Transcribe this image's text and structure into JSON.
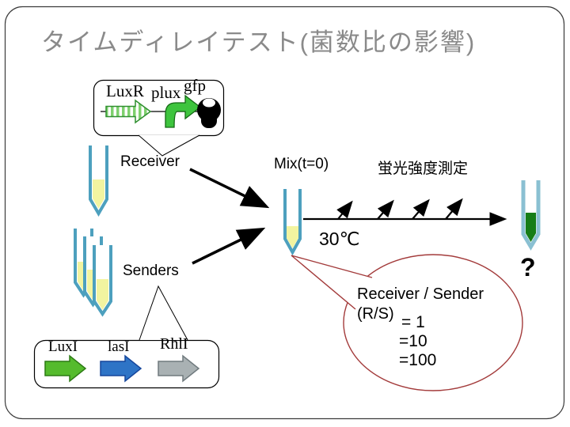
{
  "slide": {
    "title": "タイムディレイテスト(菌数比の影響)"
  },
  "receiver_construct": {
    "genes": [
      "LuxR",
      "plux",
      "gfp"
    ],
    "label": "Receiver"
  },
  "sender_construct": {
    "genes": [
      "LuxI",
      "lasI",
      "RhlI"
    ],
    "label": "Senders"
  },
  "experiment": {
    "mix_label": "Mix(t=0)",
    "measurement_label": "蛍光強度測定",
    "temperature": "30℃",
    "question_mark": "?"
  },
  "ratio_callout": {
    "line1": "Receiver / Sender",
    "line2": "(R/S)",
    "ratios": [
      "= 1",
      "=10",
      "=100"
    ]
  },
  "colors": {
    "title_gray": "#8a8a8a",
    "tube_outline": "#4da0be",
    "result_tube_outline": "#8ac0d2",
    "yellow_liquid": "#f2f4a0",
    "green_liquid": "#177d17",
    "striped_arrow_green": "#7ed06e",
    "promoter_arrow_green": "#3ec43e",
    "luxi_arrow_green": "#55bb2d",
    "lasi_arrow_blue": "#2e74c6",
    "rhli_arrow_gray": "#a9b1b3",
    "ratio_callout_red": "#a33b3b"
  }
}
